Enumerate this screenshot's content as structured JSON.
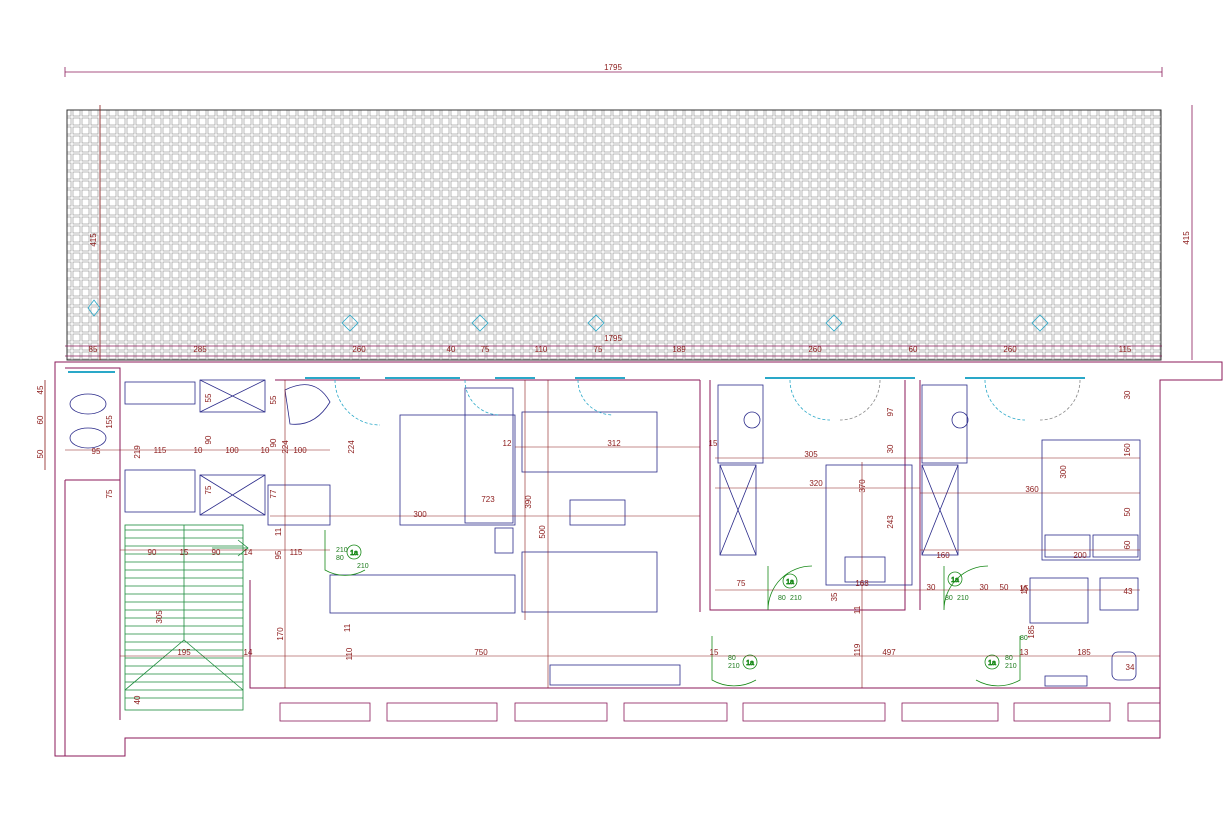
{
  "plan": {
    "overall_width": "1795",
    "overall_width_inner": "1795",
    "terrace_depth_left": "415",
    "terrace_depth_right": "415",
    "top_chain": [
      "85",
      "285",
      "260",
      "40",
      "75",
      "110",
      "75",
      "189",
      "260",
      "60",
      "260",
      "115"
    ],
    "left_stack": [
      "45",
      "60",
      "50"
    ],
    "left_misc": [
      "155",
      "95",
      "75",
      "219"
    ],
    "room_dims": [
      "115",
      "10",
      "100",
      "10",
      "224",
      "100",
      "90",
      "55",
      "55",
      "224",
      "90",
      "75",
      "77",
      "12",
      "312",
      "15",
      "305",
      "30",
      "320",
      "370",
      "360",
      "300",
      "160",
      "97",
      "30",
      "723",
      "390",
      "500",
      "300",
      "243",
      "50",
      "60",
      "200",
      "160",
      "15"
    ],
    "stair_dims": [
      "90",
      "15",
      "90",
      "14",
      "95",
      "115",
      "11",
      "305",
      "170",
      "195",
      "14",
      "40",
      "11",
      "110"
    ],
    "bottom_dims": [
      "750",
      "15",
      "119",
      "497",
      "13",
      "185",
      "34",
      "75",
      "168",
      "30",
      "30",
      "50",
      "15",
      "35",
      "11",
      "185",
      "43"
    ],
    "door_codes": [
      "1a",
      "1a",
      "1a",
      "1a",
      "1a",
      "1a"
    ],
    "door_sizes": [
      "210",
      "80",
      "210",
      "80",
      "210",
      "80",
      "210",
      "80",
      "210",
      "80",
      "210",
      "80"
    ],
    "colors": {
      "wall": "#8b1a5a",
      "dim": "#8b1a1a",
      "furniture": "#2a2a8a",
      "door": "#1a8a1a",
      "window": "#2aa8c8",
      "stair": "#1a8a3a",
      "tile": "#9a9a9a"
    }
  }
}
